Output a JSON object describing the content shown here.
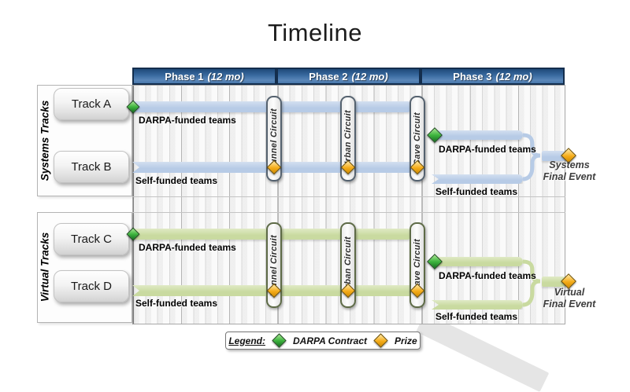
{
  "title": "Timeline",
  "colors": {
    "systems_bar": "#b7cbe6",
    "virtual_bar": "#c9daa0",
    "darpa_green": "#3fb53f",
    "prize_orange": "#f5ac19",
    "phase_blue": "#3a6ba0"
  },
  "phases": [
    {
      "name": "Phase 1",
      "duration": "(12 mo)"
    },
    {
      "name": "Phase 2",
      "duration": "(12 mo)"
    },
    {
      "name": "Phase 3",
      "duration": "(12 mo)"
    }
  ],
  "sections": [
    {
      "group": "Systems Tracks",
      "tracks": [
        {
          "label": "Track A"
        },
        {
          "label": "Track B"
        }
      ],
      "circuits": [
        {
          "label": "Tunnel Circuit"
        },
        {
          "label": "Urban Circuit"
        },
        {
          "label": "Cave Circuit"
        }
      ],
      "labels": {
        "darpa_teams": "DARPA-funded teams",
        "self_teams": "Self-funded teams",
        "phase3_darpa_teams": "DARPA-funded teams",
        "phase3_self_teams": "Self-funded teams"
      },
      "final_event": {
        "line1": "Systems",
        "line2": "Final Event"
      }
    },
    {
      "group": "Virtual Tracks",
      "tracks": [
        {
          "label": "Track C"
        },
        {
          "label": "Track D"
        }
      ],
      "circuits": [
        {
          "label": "Tunnel Circuit"
        },
        {
          "label": "Urban Circuit"
        },
        {
          "label": "Cave Circuit"
        }
      ],
      "labels": {
        "darpa_teams": "DARPA-funded teams",
        "self_teams": "Self-funded teams",
        "phase3_darpa_teams": "DARPA-funded teams",
        "phase3_self_teams": "Self-funded teams"
      },
      "final_event": {
        "line1": "Virtual",
        "line2": "Final Event"
      }
    }
  ],
  "legend": {
    "title": "Legend:",
    "items": [
      {
        "icon": "darpa-contract-diamond",
        "label": "DARPA Contract"
      },
      {
        "icon": "prize-diamond",
        "label": "Prize"
      }
    ]
  }
}
